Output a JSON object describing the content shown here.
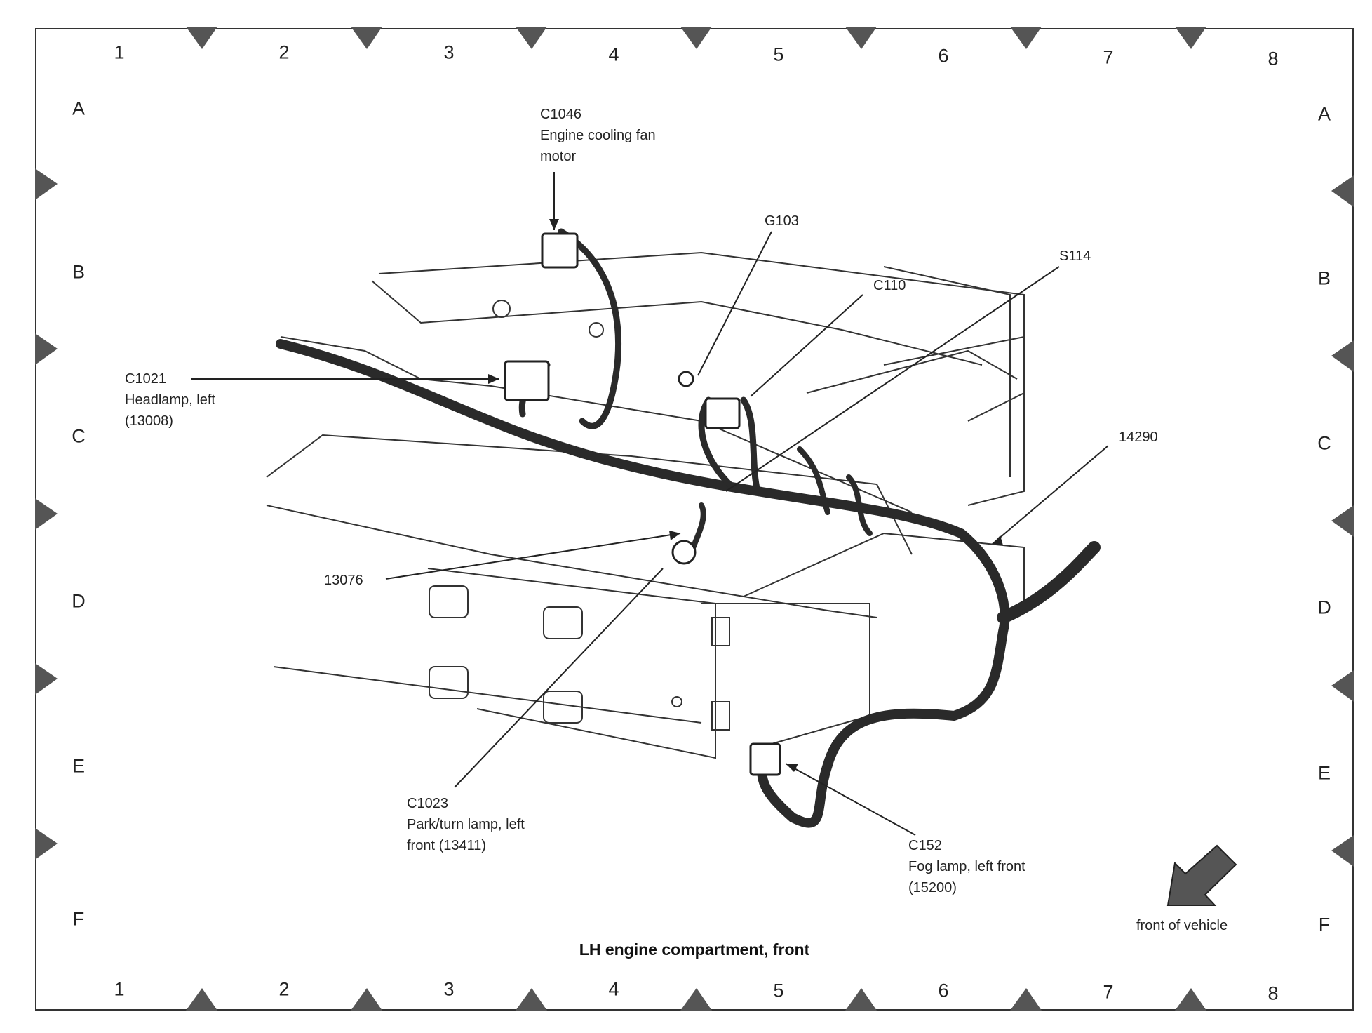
{
  "grid": {
    "columns": [
      "1",
      "2",
      "3",
      "4",
      "5",
      "6",
      "7",
      "8"
    ],
    "rows": [
      "A",
      "B",
      "C",
      "D",
      "E",
      "F"
    ]
  },
  "callouts": {
    "c1046": {
      "id": "C1046",
      "line1": "Engine cooling fan",
      "line2": "motor"
    },
    "g103": {
      "id": "G103"
    },
    "c110": {
      "id": "C110"
    },
    "s114": {
      "id": "S114"
    },
    "c1021": {
      "id": "C1021",
      "line1": "Headlamp, left",
      "line2": "(13008)"
    },
    "h14290": {
      "id": "14290"
    },
    "h13076": {
      "id": "13076"
    },
    "c1023": {
      "id": "C1023",
      "line1": "Park/turn lamp, left",
      "line2": "front (13411)"
    },
    "c152": {
      "id": "C152",
      "line1": "Fog lamp, left front",
      "line2": "(15200)"
    }
  },
  "caption": "LH engine compartment, front",
  "front_indicator": "front of vehicle",
  "colors": {
    "line": "#222222",
    "marker": "#555555",
    "harness": "#2a2a2a"
  }
}
